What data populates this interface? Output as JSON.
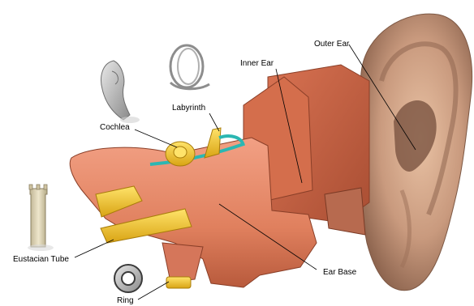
{
  "labels": {
    "outer_ear": "Outer Ear",
    "inner_ear": "Inner Ear",
    "labyrinth": "Labyrinth",
    "cochlea": "Cochlea",
    "eustacian_tube": "Eustacian Tube",
    "ear_base": "Ear Base",
    "ring": "Ring"
  },
  "colors": {
    "flesh": "#e0805e",
    "flesh_dark": "#b85a3c",
    "outer_ear": "#c99a7e",
    "yellow": "#f2c62a",
    "teal": "#2bb7b2",
    "bone": "#d9cfb0",
    "grey": "#9a9a9a"
  },
  "icons": [
    "cochlea-model-icon",
    "labyrinth-model-icon",
    "eustacian-tube-model-icon",
    "ring-model-icon"
  ]
}
